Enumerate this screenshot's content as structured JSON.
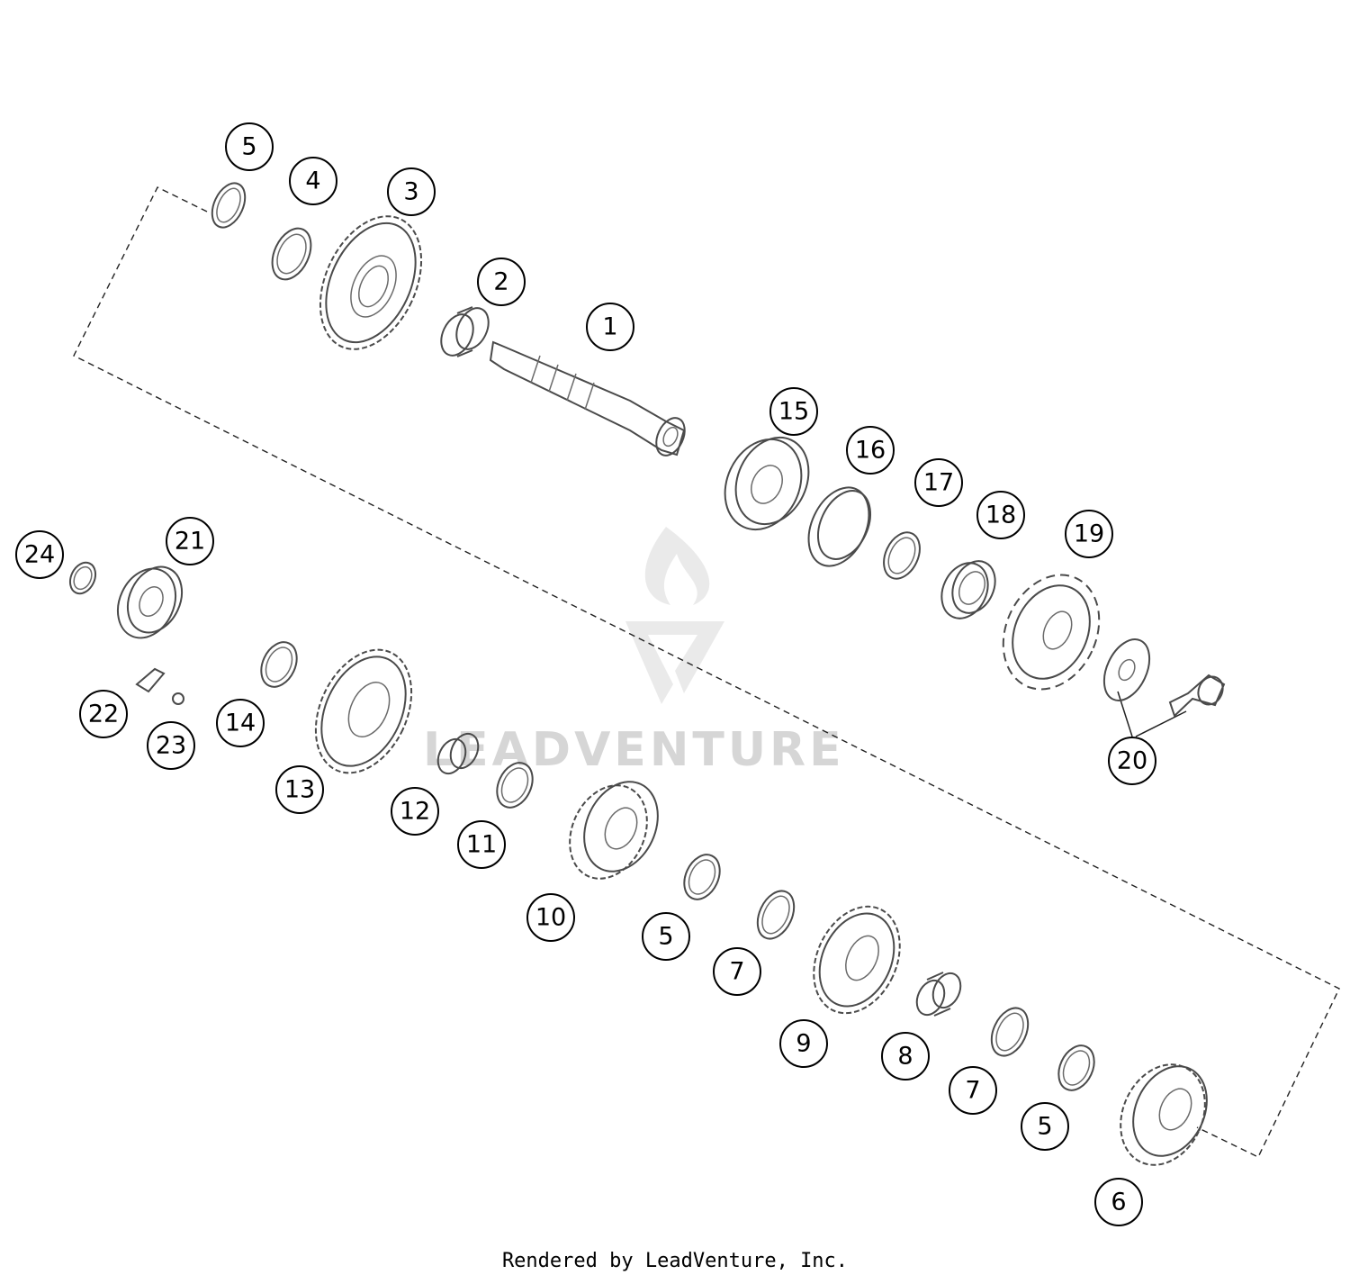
{
  "watermark": "LEADVENTURE",
  "footer": "Rendered by LeadVenture, Inc.",
  "callouts": [
    "1",
    "2",
    "3",
    "4",
    "5",
    "6",
    "7",
    "8",
    "9",
    "10",
    "11",
    "12",
    "13",
    "14",
    "15",
    "16",
    "17",
    "18",
    "19",
    "20",
    "21",
    "22",
    "23",
    "24"
  ],
  "colors": {
    "line": "#000000",
    "part_stroke": "#4a4a4a",
    "watermark": "#d6d6d6"
  }
}
